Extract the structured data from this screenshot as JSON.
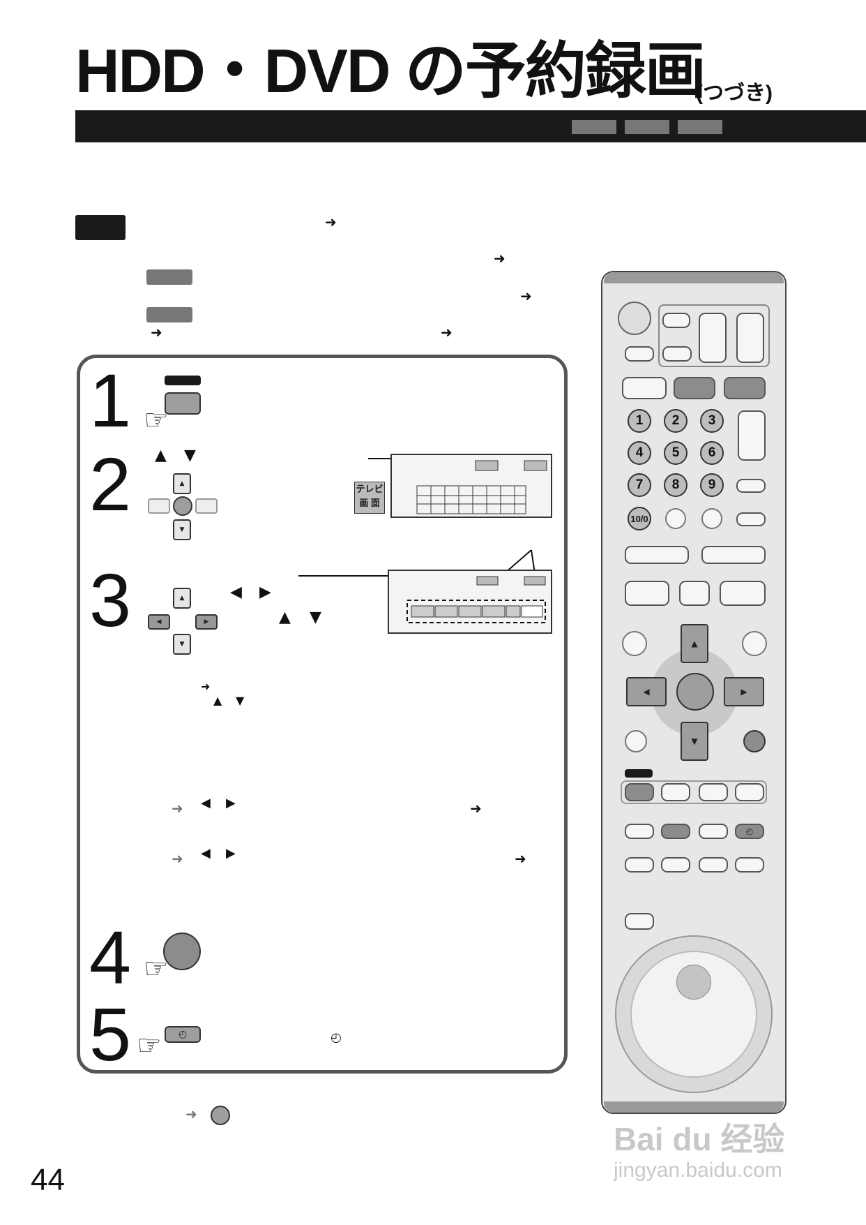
{
  "header": {
    "title": "HDD・DVD の予約録画",
    "subtitle": "(つづき)"
  },
  "page": {
    "number": "44"
  },
  "steps": [
    {
      "number": "1"
    },
    {
      "number": "2"
    },
    {
      "number": "3"
    },
    {
      "number": "4"
    },
    {
      "number": "5"
    }
  ],
  "glyphs": {
    "arrow_right": "➜",
    "up": "▲",
    "down": "▼",
    "left": "◀",
    "right": "▶",
    "clock": "◴",
    "hand": "☞"
  },
  "screen": {
    "tv_label_line1": "テレビ",
    "tv_label_line2": "画 面"
  },
  "remote": {
    "numbers": [
      "1",
      "2",
      "3",
      "4",
      "5",
      "6",
      "7",
      "8",
      "9",
      "10/0"
    ]
  },
  "watermark": {
    "brand": "Bai du 经验",
    "url": "jingyan.baidu.com"
  },
  "icons": {
    "hand": "pointing-hand-icon",
    "clock": "timer-clock-icon",
    "arrow": "arrow-right-icon"
  }
}
